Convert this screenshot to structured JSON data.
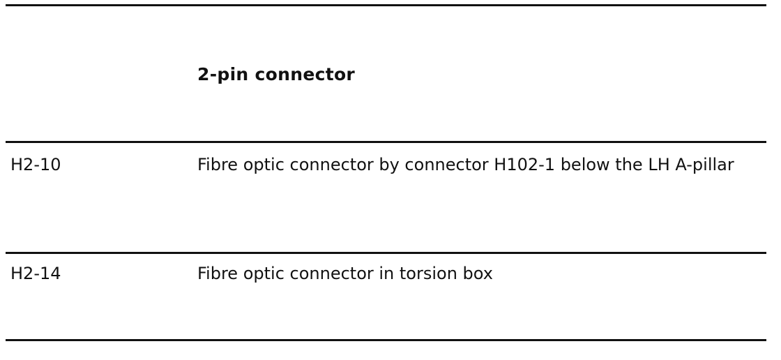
{
  "heading": "2-pin connector",
  "rows": [
    {
      "code": "H2-10",
      "description": "Fibre optic connector by connector H102-1 below the LH A-pillar"
    },
    {
      "code": "H2-14",
      "description": "Fibre optic connector in torsion box"
    }
  ]
}
